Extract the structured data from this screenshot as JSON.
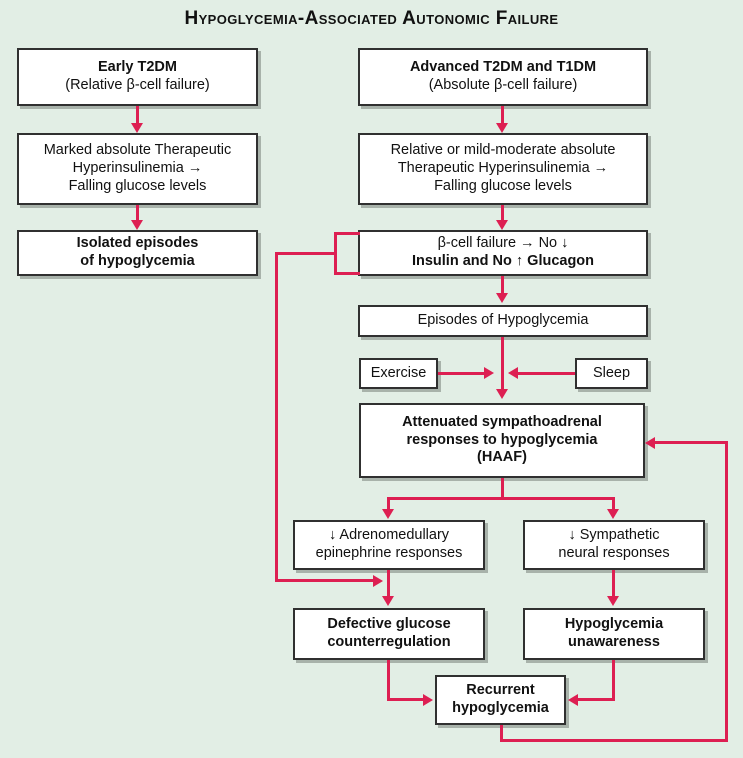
{
  "title": "Hypoglycemia-Associated Autonomic Failure",
  "accent_color": "#dd1f52",
  "background_color": "#e2eee5",
  "box_fill": "#ffffff",
  "box_border": "#303030",
  "nodes": {
    "early_t2dm": {
      "line1": "Early T2DM",
      "line2": "(Relative β-cell failure)"
    },
    "advanced_t2dm": {
      "line1": "Advanced T2DM and T1DM",
      "line2": "(Absolute β-cell failure)"
    },
    "marked_hyper": {
      "line1": "Marked absolute Therapeutic",
      "line2": "Hyperinsulinemia →",
      "line3": "Falling glucose levels"
    },
    "relative_hyper": {
      "line1": "Relative or mild-moderate absolute",
      "line2": "Therapeutic Hyperinsulinemia →",
      "line3": "Falling glucose levels"
    },
    "isolated_episodes": {
      "line1": "Isolated episodes",
      "line2": "of hypoglycemia"
    },
    "beta_cell_failure": {
      "line1": "β-cell failure → No ↓",
      "line2": "Insulin and No ↑ Glucagon"
    },
    "episodes_hypo": {
      "line1": "Episodes of Hypoglycemia"
    },
    "exercise": {
      "line1": "Exercise"
    },
    "sleep": {
      "line1": "Sleep"
    },
    "haaf": {
      "line1": "Attenuated sympathoadrenal",
      "line2": "responses to hypoglycemia",
      "line3": "(HAAF)"
    },
    "adrenomedullary": {
      "line1": "↓ Adrenomedullary",
      "line2": "epinephrine responses"
    },
    "sympathetic": {
      "line1": "↓ Sympathetic",
      "line2": "neural responses"
    },
    "defective_glucose": {
      "line1": "Defective glucose",
      "line2": "counterregulation"
    },
    "hypo_unaware": {
      "line1": "Hypoglycemia",
      "line2": "unawareness"
    },
    "recurrent_hypo": {
      "line1": "Recurrent",
      "line2": "hypoglycemia"
    }
  },
  "edges": [
    {
      "from": "early_t2dm",
      "to": "marked_hyper",
      "kind": "arrow-down"
    },
    {
      "from": "advanced_t2dm",
      "to": "relative_hyper",
      "kind": "arrow-down"
    },
    {
      "from": "marked_hyper",
      "to": "isolated_episodes",
      "kind": "arrow-down"
    },
    {
      "from": "relative_hyper",
      "to": "beta_cell_failure",
      "kind": "arrow-down"
    },
    {
      "from": "beta_cell_failure",
      "to": "episodes_hypo",
      "kind": "arrow-down"
    },
    {
      "from": "episodes_hypo",
      "to": "haaf",
      "kind": "arrow-down"
    },
    {
      "from": "exercise",
      "to": "haaf",
      "kind": "arrow-right-join"
    },
    {
      "from": "sleep",
      "to": "haaf",
      "kind": "arrow-left-join"
    },
    {
      "from": "haaf",
      "to": "adrenomedullary",
      "kind": "split-arrow-down"
    },
    {
      "from": "haaf",
      "to": "sympathetic",
      "kind": "split-arrow-down"
    },
    {
      "from": "adrenomedullary",
      "to": "defective_glucose",
      "kind": "arrow-down"
    },
    {
      "from": "sympathetic",
      "to": "hypo_unaware",
      "kind": "arrow-down"
    },
    {
      "from": "defective_glucose",
      "to": "recurrent_hypo",
      "kind": "elbow-arrow-right"
    },
    {
      "from": "hypo_unaware",
      "to": "recurrent_hypo",
      "kind": "elbow-arrow-left"
    },
    {
      "from": "beta_cell_failure",
      "to": "defective_glucose",
      "kind": "bracket-feedback-left"
    },
    {
      "from": "recurrent_hypo",
      "to": "haaf",
      "kind": "feedback-right"
    }
  ]
}
